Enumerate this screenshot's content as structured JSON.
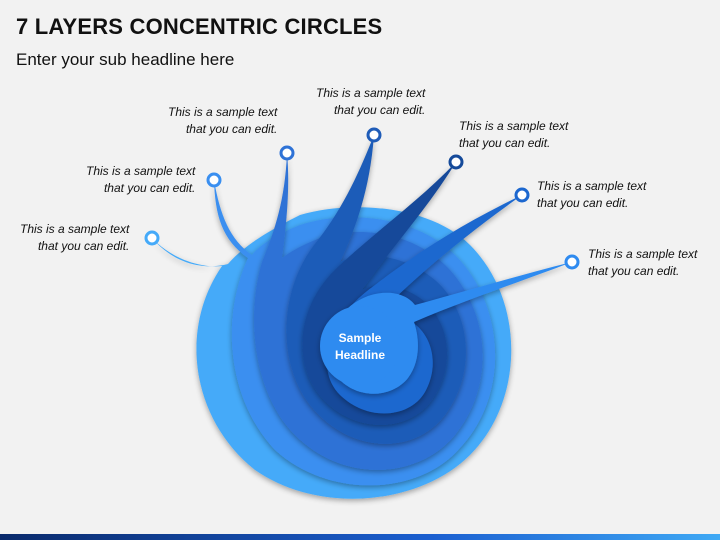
{
  "header": {
    "title": "7 LAYERS CONCENTRIC CIRCLES",
    "subtitle": "Enter your sub headline here"
  },
  "center": {
    "line1": "Sample",
    "line2": "Headline"
  },
  "labels": [
    {
      "line1": "This is a sample text",
      "line2": "that you can edit."
    },
    {
      "line1": "This is a sample text",
      "line2": "that you can edit."
    },
    {
      "line1": "This is a sample text",
      "line2": "that you can edit."
    },
    {
      "line1": "This is a sample text",
      "line2": "that you can edit."
    },
    {
      "line1": "This is a sample text",
      "line2": "that you can edit."
    },
    {
      "line1": "This is a sample text",
      "line2": "that you can edit."
    },
    {
      "line1": "This is a sample text",
      "line2": "that you can edit."
    }
  ],
  "colors": {
    "layer1": "#45aaf9",
    "layer2": "#3a8ff0",
    "layer3": "#2e72d6",
    "layer4": "#1f5cb8",
    "layer5": "#154a9a",
    "layer6": "#1c67cf",
    "layer7": "#2f8bf0",
    "bottom_bar": "#1b5fd0"
  }
}
